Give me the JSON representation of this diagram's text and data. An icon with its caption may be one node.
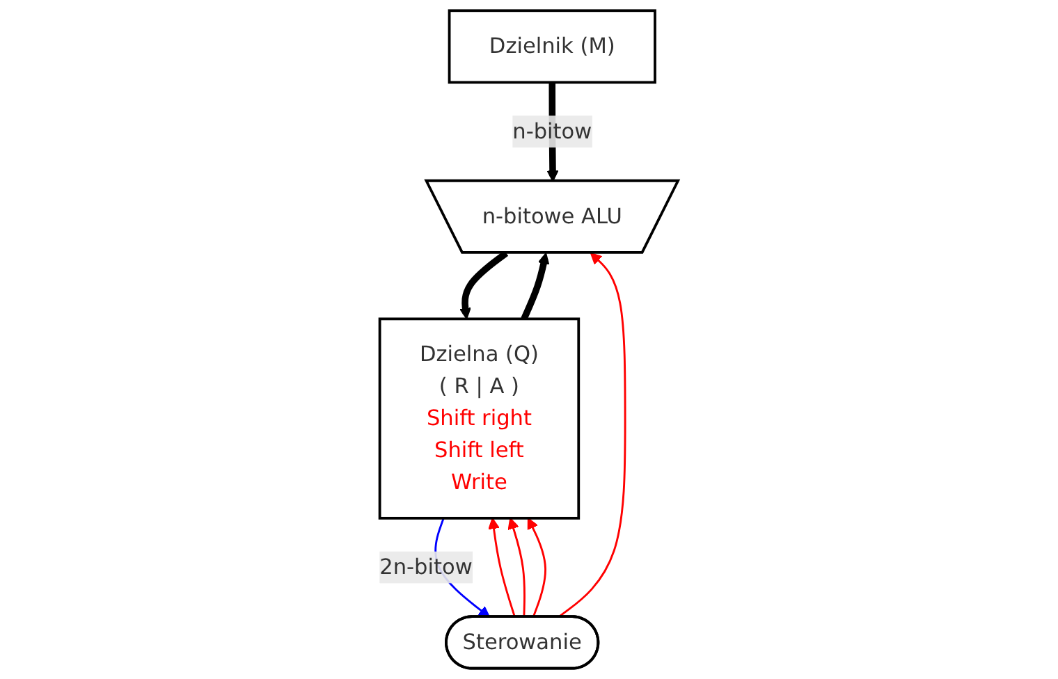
{
  "diagram": {
    "nodes": [
      {
        "text": [
          "Dzielnik (M)"
        ]
      },
      {
        "text": [
          "n-bitowe ALU"
        ]
      },
      {
        "text": [
          "Dzielna (Q)",
          "( R | A )",
          "Shift right",
          "Shift left",
          "Write"
        ]
      },
      {
        "text": [
          "Sterowanie"
        ]
      }
    ],
    "edges": [
      {
        "from": 0,
        "to": 1,
        "arrow": "to",
        "label": "n-bitow",
        "style": "thick",
        "color": "#000000"
      },
      {
        "from": 1,
        "to": 2,
        "arrow": "to",
        "style": "thick",
        "color": "#000000"
      },
      {
        "from": 2,
        "to": 1,
        "arrow": "to",
        "style": "thick",
        "color": "#000000"
      },
      {
        "from": 3,
        "to": 1,
        "arrow": "to",
        "color": "#ff0000"
      },
      {
        "from": 3,
        "to": 2,
        "arrow": "to",
        "color": "#ff0000"
      },
      {
        "from": 3,
        "to": 2,
        "arrow": "to",
        "color": "#ff0000"
      },
      {
        "from": 3,
        "to": 2,
        "arrow": "to",
        "color": "#ff0000"
      },
      {
        "from": 2,
        "to": 3,
        "arrow": "to",
        "label": "2n-bitow",
        "color": "#0000ff"
      }
    ]
  }
}
